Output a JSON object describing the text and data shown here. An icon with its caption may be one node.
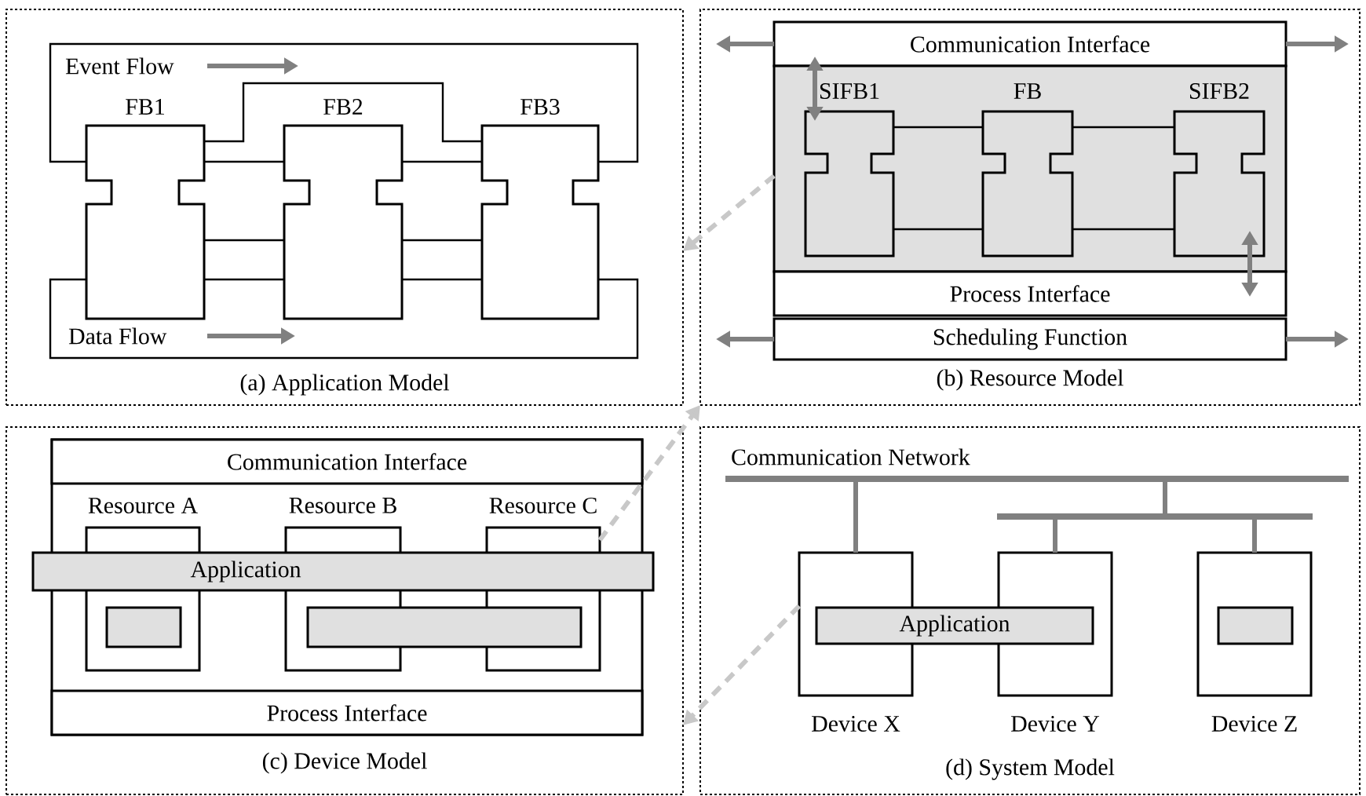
{
  "diagram": {
    "nodes": [
      {
        "text": [
          "(a) Application Model"
        ]
      },
      {
        "text": [
          "FB1"
        ],
        "in": 0
      },
      {
        "text": [
          "FB2"
        ],
        "in": 0
      },
      {
        "text": [
          "FB3"
        ],
        "in": 0
      },
      {
        "text": [
          "(b) Resource Model"
        ]
      },
      {
        "text": [
          "Communication Interface"
        ],
        "in": 4
      },
      {
        "text": [],
        "shape": "box",
        "in": 4
      },
      {
        "text": [
          "SIFB1"
        ],
        "in": 6
      },
      {
        "text": [
          "FB"
        ],
        "in": 6
      },
      {
        "text": [
          "SIFB2"
        ],
        "in": 6
      },
      {
        "text": [
          "Process Interface"
        ],
        "in": 4
      },
      {
        "text": [
          "Scheduling Function"
        ],
        "in": 4
      },
      {
        "text": [
          "(c) Device Model"
        ]
      },
      {
        "text": [],
        "shape": "box",
        "in": 12
      },
      {
        "text": [
          "Communication Interface"
        ],
        "in": 13
      },
      {
        "text": [
          "Resource A"
        ],
        "in": 13
      },
      {
        "text": [
          "Resource B"
        ],
        "in": 13
      },
      {
        "text": [
          "Resource C"
        ],
        "in": 13
      },
      {
        "text": [
          "Application"
        ],
        "in": 13
      },
      {
        "text": [],
        "shape": "box",
        "in": 15
      },
      {
        "text": [],
        "shape": "box",
        "in": 13
      },
      {
        "text": [
          "Process Interface"
        ],
        "in": 13
      },
      {
        "text": [
          "(d) System Model"
        ]
      },
      {
        "text": [
          "Communication Network"
        ],
        "in": 22
      },
      {
        "text": [],
        "shape": "bar",
        "in": 22
      },
      {
        "text": [
          "Device X"
        ],
        "in": 22
      },
      {
        "text": [
          "Device Y"
        ],
        "in": 22
      },
      {
        "text": [
          "Device Z"
        ],
        "in": 22
      },
      {
        "text": [
          "Application"
        ],
        "in": 22
      },
      {
        "text": [],
        "shape": "box",
        "in": 27
      }
    ],
    "edges": [
      {
        "from": 1,
        "to": 3,
        "arrow": "none"
      },
      {
        "from": 1,
        "to": 2,
        "arrow": "none"
      },
      {
        "from": 2,
        "to": 3,
        "arrow": "none"
      },
      {
        "from": 1,
        "to": 2,
        "arrow": "none"
      },
      {
        "from": 2,
        "to": 3,
        "arrow": "none"
      },
      {
        "from": 1,
        "to": 2,
        "arrow": "none"
      },
      {
        "from": 2,
        "to": 3,
        "arrow": "none"
      },
      {
        "from": 3,
        "to": 1,
        "arrow": "none"
      },
      {
        "from": 3,
        "to": 1,
        "arrow": "none"
      },
      {
        "from": 7,
        "to": 8,
        "arrow": "none"
      },
      {
        "from": 8,
        "to": 9,
        "arrow": "none"
      },
      {
        "from": 7,
        "to": 8,
        "arrow": "none"
      },
      {
        "from": 8,
        "to": 9,
        "arrow": "none"
      },
      {
        "from": 5,
        "to": 7,
        "arrow": "both",
        "style": "thick",
        "color": "#808080"
      },
      {
        "from": 9,
        "to": 10,
        "arrow": "both",
        "style": "thick",
        "color": "#808080"
      },
      {
        "from": 5,
        "to": null,
        "arrow": "to",
        "style": "thick",
        "color": "#808080"
      },
      {
        "from": 5,
        "to": null,
        "arrow": "to",
        "style": "thick",
        "color": "#808080"
      },
      {
        "from": 11,
        "to": null,
        "arrow": "to",
        "style": "thick",
        "color": "#808080"
      },
      {
        "from": 11,
        "to": null,
        "arrow": "to",
        "style": "thick",
        "color": "#808080"
      },
      {
        "from": 6,
        "to": 0,
        "arrow": "to",
        "style": "dashed",
        "color": "#c8c8c8"
      },
      {
        "from": 17,
        "to": 4,
        "arrow": "to",
        "style": "dashed",
        "color": "#c8c8c8"
      },
      {
        "from": 25,
        "to": 12,
        "arrow": "to",
        "style": "dashed",
        "color": "#c8c8c8"
      },
      {
        "from": 23,
        "to": 25,
        "arrow": "none",
        "style": "thick",
        "color": "#808080"
      },
      {
        "from": 23,
        "to": 24,
        "arrow": "none",
        "style": "thick",
        "color": "#808080"
      },
      {
        "from": 24,
        "to": 26,
        "arrow": "none",
        "style": "thick",
        "color": "#808080"
      },
      {
        "from": 24,
        "to": 27,
        "arrow": "none",
        "style": "thick",
        "color": "#808080"
      }
    ],
    "labels": [
      "Event Flow",
      "Data Flow"
    ]
  }
}
